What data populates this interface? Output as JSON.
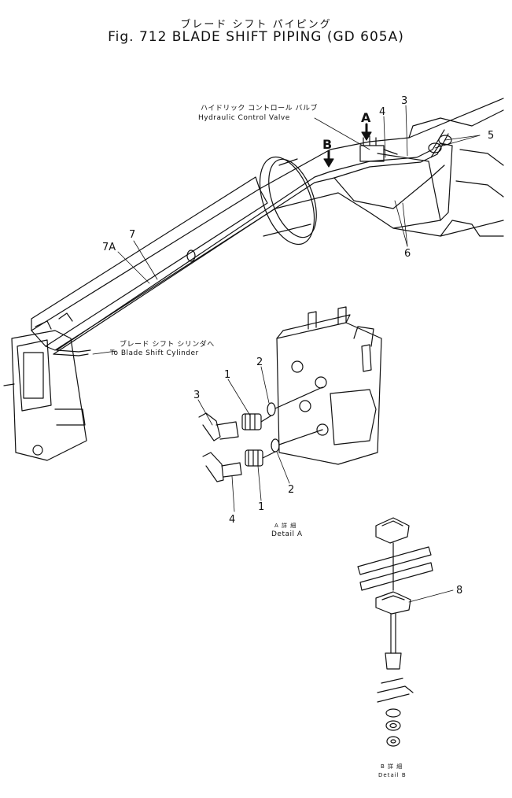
{
  "header": {
    "title_jp": "ブレード シフト パイピング",
    "title_en": "Fig. 712 BLADE SHIFT PIPING (GD 605A)"
  },
  "labels": {
    "valve_jp": "ハイドリック コントロール バルブ",
    "valve_en": "Hydraulic Control Valve",
    "cylinder_jp": "ブレード シフト シリンダへ",
    "cylinder_en": "To Blade Shift Cylinder",
    "detail_a_jp": "A 詳 細",
    "detail_a_en": "Detail A",
    "detail_b_jp": "B 詳 細",
    "detail_b_en": "Detail B",
    "arrow_a": "A",
    "arrow_b": "B"
  },
  "callouts": {
    "n3_top": "3",
    "n4_top": "4",
    "n5": "5",
    "n6": "6",
    "n7": "7",
    "n7a": "7A",
    "n2_upper": "2",
    "n1_upper": "1",
    "n3_left": "3",
    "n4_left": "4",
    "n1_lower": "1",
    "n2_lower": "2",
    "n8": "8"
  },
  "colors": {
    "ink": "#111111",
    "paper": "#ffffff"
  }
}
